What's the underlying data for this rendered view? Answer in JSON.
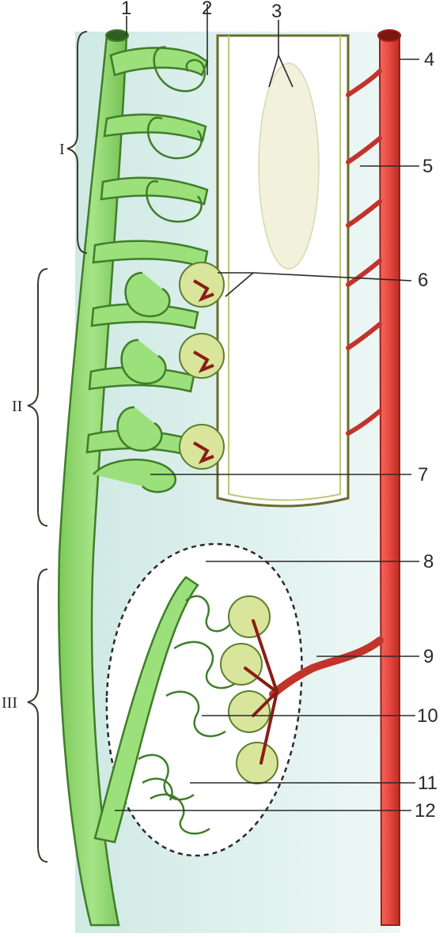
{
  "figure": {
    "colors": {
      "nephric_duct": "#8ed46a",
      "nephric_duct_dark": "#3f7d2a",
      "tubule": "#9be07a",
      "aorta": "#e8473f",
      "aorta_dark": "#9c1f19",
      "body_cavity": "#d9efe9",
      "glomerulus": "#d9e59b",
      "capsule_stroke": "#5b7f2f"
    },
    "regions": [
      {
        "id": "I",
        "label": "I"
      },
      {
        "id": "II",
        "label": "II"
      },
      {
        "id": "III",
        "label": "III"
      }
    ],
    "labels": {
      "n1": "1",
      "n2": "2",
      "n3": "3",
      "n4": "4",
      "n5": "5",
      "n6": "6",
      "n7": "7",
      "n8": "8",
      "n9": "9",
      "n10": "10",
      "n11": "11",
      "n12": "12"
    }
  }
}
